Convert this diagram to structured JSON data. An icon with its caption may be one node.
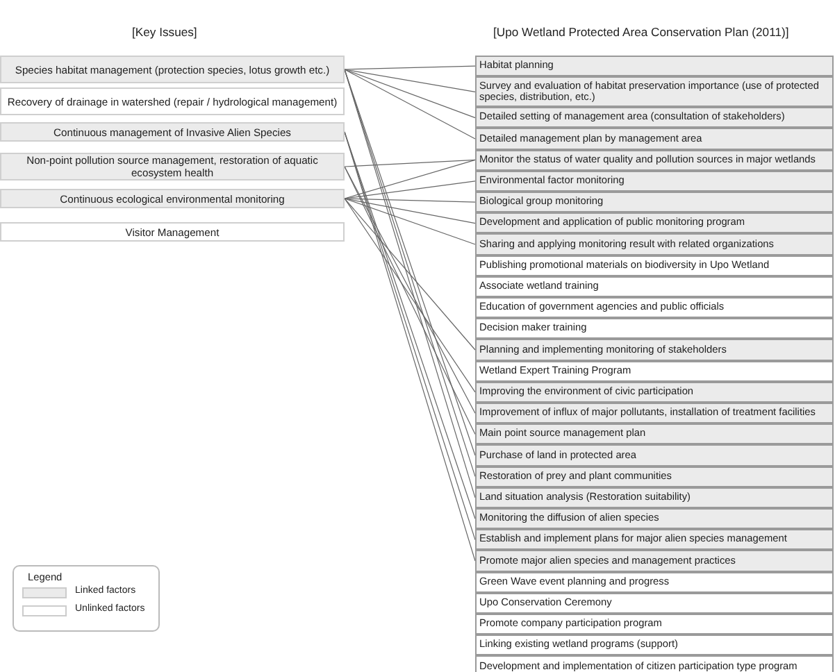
{
  "diagram": {
    "nodes": [
      {
        "text": [
          "Species habitat management (protection species, lotus growth etc.)"
        ]
      },
      {
        "text": [
          "Recovery of drainage in watershed (repair / hydrological management)"
        ]
      },
      {
        "text": [
          "Continuous management of Invasive Alien Species"
        ]
      },
      {
        "text": [
          "Non-point pollution source management, restoration of aquatic ecosystem health"
        ]
      },
      {
        "text": [
          "Continuous ecological environmental monitoring"
        ]
      },
      {
        "text": [
          "Visitor Management"
        ]
      },
      {
        "text": [
          "Habitat planning"
        ]
      },
      {
        "text": [
          "Survey and evaluation of habitat preservation importance (use of protected species, distribution, etc.)"
        ]
      },
      {
        "text": [
          "Detailed setting of management area (consultation of stakeholders)"
        ]
      },
      {
        "text": [
          "Detailed management plan by management area"
        ]
      },
      {
        "text": [
          "Monitor the status of water quality and pollution sources in major wetlands"
        ]
      },
      {
        "text": [
          "Environmental factor monitoring"
        ]
      },
      {
        "text": [
          "Biological group monitoring"
        ]
      },
      {
        "text": [
          "Development and application of public monitoring program"
        ]
      },
      {
        "text": [
          "Sharing and applying monitoring result with related organizations"
        ]
      },
      {
        "text": [
          "Publishing promotional materials on biodiversity in Upo Wetland"
        ]
      },
      {
        "text": [
          "Associate wetland training"
        ]
      },
      {
        "text": [
          "Education of government agencies and public officials"
        ]
      },
      {
        "text": [
          "Decision maker training"
        ]
      },
      {
        "text": [
          "Planning and implementing monitoring of stakeholders"
        ]
      },
      {
        "text": [
          "Wetland Expert Training Program"
        ]
      },
      {
        "text": [
          "Improving the environment of civic participation"
        ]
      },
      {
        "text": [
          "Improvement of influx of major pollutants, installation of treatment facilities"
        ]
      },
      {
        "text": [
          "Main point source management plan"
        ]
      },
      {
        "text": [
          "Purchase of land in protected area"
        ]
      },
      {
        "text": [
          "Restoration of prey and plant communities"
        ]
      },
      {
        "text": [
          "Land situation analysis (Restoration suitability)"
        ]
      },
      {
        "text": [
          "Monitoring the diffusion of  alien species"
        ]
      },
      {
        "text": [
          "Establish and implement plans for major alien species management"
        ]
      },
      {
        "text": [
          "Promote major alien species and management practices"
        ]
      },
      {
        "text": [
          "Green Wave event planning and progress"
        ]
      },
      {
        "text": [
          "Upo Conservation Ceremony"
        ]
      },
      {
        "text": [
          "Promote company participation program"
        ]
      },
      {
        "text": [
          "Linking existing wetland programs (support)"
        ]
      },
      {
        "text": [
          "Development and implementation of citizen participation type program"
        ]
      }
    ],
    "edges": [
      {
        "from": 0,
        "to": 6,
        "arrow": "none"
      },
      {
        "from": 0,
        "to": 7,
        "arrow": "none"
      },
      {
        "from": 0,
        "to": 8,
        "arrow": "none"
      },
      {
        "from": 0,
        "to": 9,
        "arrow": "none"
      },
      {
        "from": 0,
        "to": 24,
        "arrow": "none"
      },
      {
        "from": 0,
        "to": 25,
        "arrow": "none"
      },
      {
        "from": 0,
        "to": 26,
        "arrow": "none"
      },
      {
        "from": 2,
        "to": 27,
        "arrow": "none"
      },
      {
        "from": 2,
        "to": 28,
        "arrow": "none"
      },
      {
        "from": 2,
        "to": 29,
        "arrow": "none"
      },
      {
        "from": 3,
        "to": 10,
        "arrow": "none"
      },
      {
        "from": 3,
        "to": 22,
        "arrow": "none"
      },
      {
        "from": 3,
        "to": 23,
        "arrow": "none"
      },
      {
        "from": 4,
        "to": 10,
        "arrow": "none"
      },
      {
        "from": 4,
        "to": 11,
        "arrow": "none"
      },
      {
        "from": 4,
        "to": 12,
        "arrow": "none"
      },
      {
        "from": 4,
        "to": 13,
        "arrow": "none"
      },
      {
        "from": 4,
        "to": 14,
        "arrow": "none"
      },
      {
        "from": 4,
        "to": 19,
        "arrow": "none"
      },
      {
        "from": 4,
        "to": 21,
        "arrow": "none"
      }
    ],
    "labels": [
      "[Key Issues]",
      "[Upo Wetland Protected Area Conservation Plan (2011)]",
      "Legend"
    ],
    "legend": [
      {
        "text": "Linked factors",
        "color": "#ebebeb"
      },
      {
        "text": "Unlinked factors",
        "color": "#ffffff"
      }
    ]
  }
}
